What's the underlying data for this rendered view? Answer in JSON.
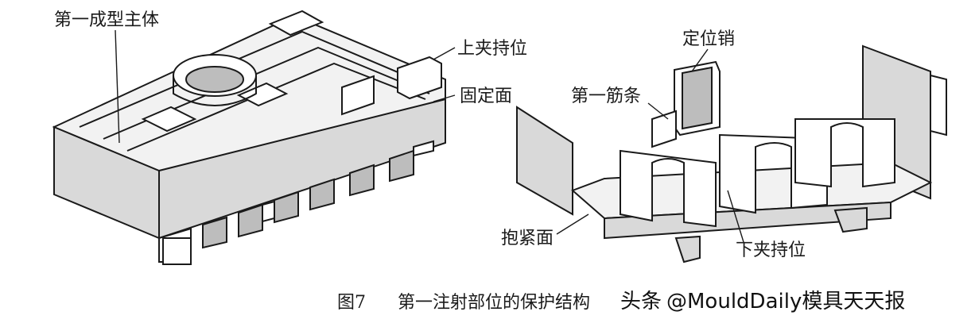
{
  "labels": {
    "first_molded_body": "第一成型主体",
    "upper_clamp_position": "上夹持位",
    "fixing_face": "固定面",
    "locating_pin": "定位销",
    "first_rib": "第一筋条",
    "clamping_face": "抱紧面",
    "lower_clamp_position": "下夹持位"
  },
  "caption": {
    "figure_number": "图7",
    "text": "第一注射部位的保护结构"
  },
  "watermark": {
    "platform": "头条",
    "handle": "@MouldDaily模具天天报"
  }
}
